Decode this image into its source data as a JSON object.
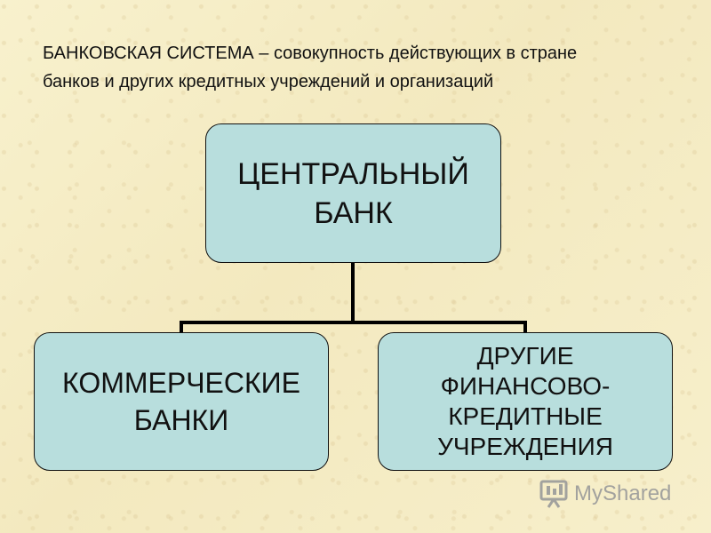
{
  "definition": {
    "line1": "БАНКОВСКАЯ СИСТЕМА – совокупность действующих в стране",
    "line2": "банков и других кредитных учреждений и организаций"
  },
  "diagram": {
    "central_bank": "ЦЕНТРАЛЬНЫЙ\nБАНК",
    "commercial_banks": "КОММЕРЧЕСКИЕ\nБАНКИ",
    "other_institutions": "ДРУГИЕ\nФИНАНСОВО-\nКРЕДИТНЫЕ\nУЧРЕЖДЕНИЯ"
  },
  "watermark": {
    "text": "MyShared",
    "icon": "presentation-board-icon"
  },
  "colors": {
    "background": "#f6efc7",
    "box_fill": "#b8dedd",
    "outline": "#111111",
    "watermark": "#9a9a9a"
  }
}
